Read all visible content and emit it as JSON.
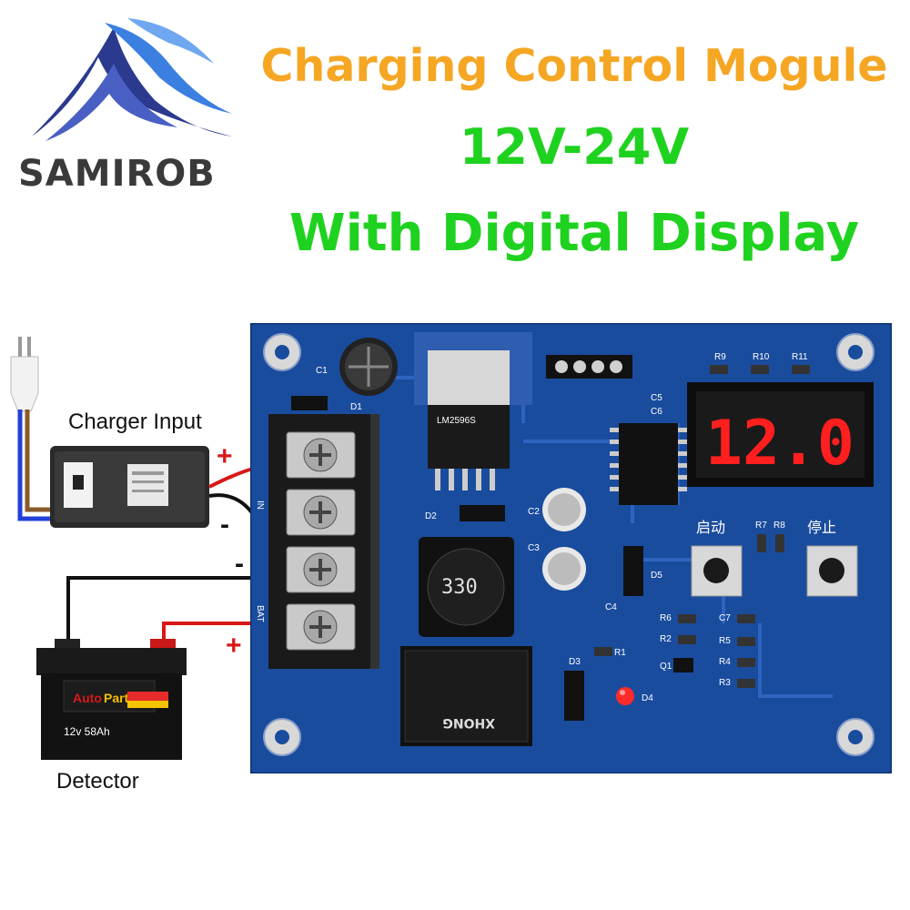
{
  "brand": {
    "name": "SAMIROB"
  },
  "headline": {
    "line1": "Charging Control Mogule",
    "line2": "12V-24V",
    "line3": "With Digital Display",
    "colors": {
      "line1": "#f5a623",
      "line2": "#1fd21f",
      "line3": "#1fd21f"
    }
  },
  "callouts": {
    "charger_input": "Charger Input",
    "detector": "Detector",
    "plus": "+",
    "minus": "-"
  },
  "board": {
    "color": "#1a4c9e",
    "display_value": "12.0",
    "start_label": "启动",
    "stop_label": "停止",
    "inductor_marking": "330",
    "relay_marking": "XHONG",
    "ic_marking": "LM2596S",
    "terminal_labels": {
      "in": "IN",
      "bat": "BAT"
    },
    "silkscreen": [
      "C1",
      "D1",
      "D2",
      "C2",
      "C3",
      "C4",
      "C5",
      "C6",
      "D5",
      "R9",
      "R10",
      "R11",
      "R7",
      "R8",
      "R6",
      "R2",
      "C7",
      "R5",
      "R4",
      "R3",
      "D3",
      "R1",
      "Q1",
      "D4"
    ]
  },
  "battery": {
    "brand": "AutoPart",
    "rating": "12v 58Ah"
  }
}
